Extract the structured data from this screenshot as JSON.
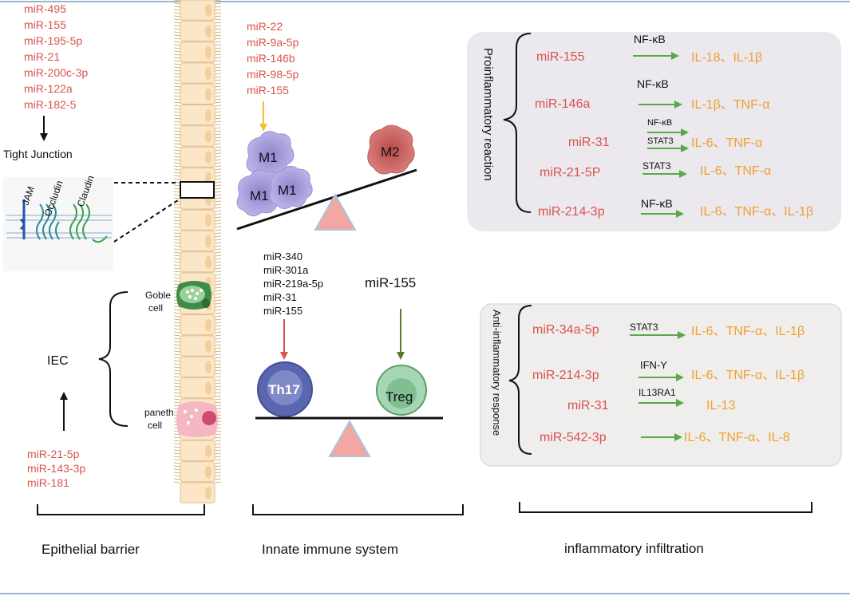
{
  "colors": {
    "mirna_text": "#d9534f",
    "cytokine_text": "#f0a030",
    "arrow_green": "#5aa84a",
    "arrow_yellow": "#f2c12e",
    "arrow_red": "#d9534f",
    "arrow_olive": "#5a7a2a",
    "border_blue": "#9bb6cc",
    "panel_bg": "#ebe8ee"
  },
  "epithelial": {
    "top_mirnas": [
      "miR-495",
      "miR-155",
      "miR-195-5p",
      "miR-21",
      "miR-200c-3p",
      "miR-122a",
      "miR-182-5"
    ],
    "tight_junction_label": "Tight Junction",
    "proteins": [
      "JAM",
      "Occludin",
      "Claudin"
    ],
    "goblet_label": [
      "Goble",
      "cell"
    ],
    "paneth_label": [
      "paneth",
      "cell"
    ],
    "iec_label": "IEC",
    "bottom_mirnas": [
      "miR-21-5p",
      "miR-143-3p",
      "miR-181"
    ],
    "section_label": "Epithelial  barrier"
  },
  "innate": {
    "macrophage_mirnas": [
      "miR-22",
      "miR-9a-5p",
      "miR-146b",
      "miR-98-5p",
      "miR-155"
    ],
    "m1_label": "M1",
    "m2_label": "M2",
    "th17_mirnas": [
      "miR-340",
      "miR-301a",
      "miR-219a-5p",
      "miR-31",
      "miR-155"
    ],
    "treg_mirna": "miR-155",
    "th17_label": "Th17",
    "treg_label": "Treg",
    "section_label": "Innate immune system"
  },
  "infiltration": {
    "pro_title": "Proinflammatory reaction",
    "pro_rows": [
      {
        "mirna": "miR-155",
        "signal": "NF-κB",
        "cytokines": "IL-18、IL-1β"
      },
      {
        "mirna": "miR-146a",
        "signal": "NF-κB",
        "cytokines": "IL-1β、TNF-α"
      },
      {
        "mirna": "miR-31",
        "signal": "NF-κB",
        "signal2": "STAT3",
        "cytokines": "IL-6、TNF-α"
      },
      {
        "mirna": "miR-21-5P",
        "signal": "STAT3",
        "cytokines": "IL-6、TNF-α"
      },
      {
        "mirna": "miR-214-3p",
        "signal": "NF-κB",
        "cytokines": "IL-6、TNF-α、IL-1β"
      }
    ],
    "anti_title": "Anti-inflammatory response",
    "anti_rows": [
      {
        "mirna": "miR-34a-5p",
        "signal": "STAT3",
        "cytokines": "IL-6、TNF-α、IL-1β"
      },
      {
        "mirna": "miR-214-3p",
        "signal": "IFN-Y",
        "cytokines": "IL-6、TNF-α、IL-1β"
      },
      {
        "mirna": "miR-31",
        "signal": "IL13RA1",
        "cytokines": "IL-13"
      },
      {
        "mirna": "miR-542-3p",
        "signal": "",
        "cytokines": "IL-6、TNF-α、IL-8"
      }
    ],
    "section_label": "inflammatory infiltration"
  }
}
